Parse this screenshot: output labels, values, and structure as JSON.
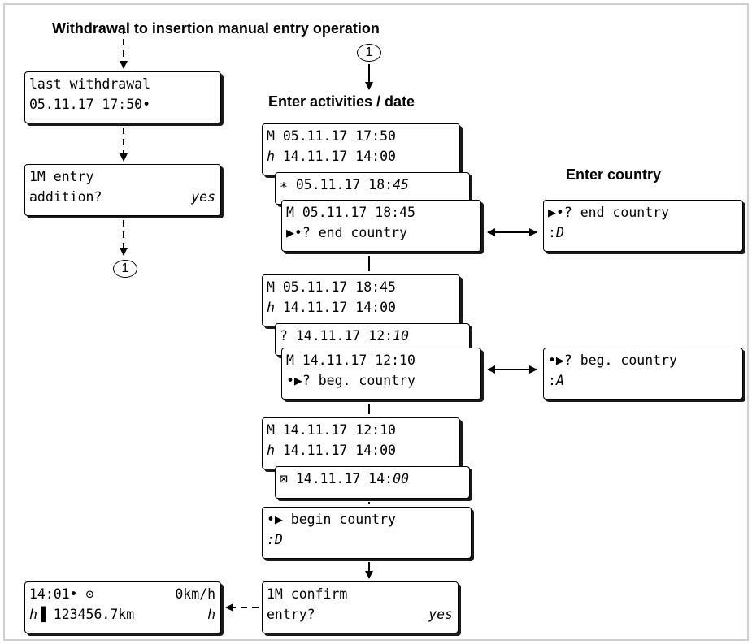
{
  "title": "Withdrawal to insertion manual entry operation",
  "left_column": {
    "box1": {
      "line1": "last withdrawal",
      "line2": "05.11.17 17:50•"
    },
    "box2": {
      "line1": "1M entry",
      "line2_left": "addition?",
      "line2_right": "yes"
    },
    "marker": "1"
  },
  "center_top_marker": "1",
  "enter_activities_label": "Enter activities / date",
  "enter_country_label": "Enter country",
  "group1": {
    "a": {
      "line1": "M 05.11.17 17:50",
      "line2": "ℎ 14.11.17 14:00"
    },
    "b": {
      "prefix": "∗ 05.11.17 18:",
      "suffix": "45"
    },
    "c": {
      "line1": "M 05.11.17 18:45",
      "line2_icon": "▶•",
      "line2_text": "? end country"
    }
  },
  "country1": {
    "line1": "▶•? end country",
    "line2_prefix": ":",
    "line2_value": "D"
  },
  "group2": {
    "a": {
      "line1": "M 05.11.17 18:45",
      "line2": "ℎ 14.11.17 14:00"
    },
    "b": {
      "prefix": "? 14.11.17 12:",
      "suffix": "10"
    },
    "c": {
      "line1": "M 14.11.17 12:10",
      "line2_icon": "•▶",
      "line2_text": "? beg. country"
    }
  },
  "country2": {
    "line1": "•▶? beg. country",
    "line2_prefix": ":",
    "line2_value": "A"
  },
  "group3": {
    "a": {
      "line1": "M 14.11.17 12:10",
      "line2": "ℎ 14.11.17 14:00"
    },
    "b": {
      "prefix": "⊠ 14.11.17 14:",
      "suffix": "00"
    }
  },
  "begin_country": {
    "line1": "•▶ begin country",
    "line2": ":D"
  },
  "confirm": {
    "line1": "1M confirm",
    "line2_left": "entry?",
    "line2_right": "yes"
  },
  "standard": {
    "line1_left": "14:01• ⊙",
    "line1_right": "0km/h",
    "line2_left": "ℎ▐ 123456.7km",
    "line2_right": "ℎ"
  }
}
